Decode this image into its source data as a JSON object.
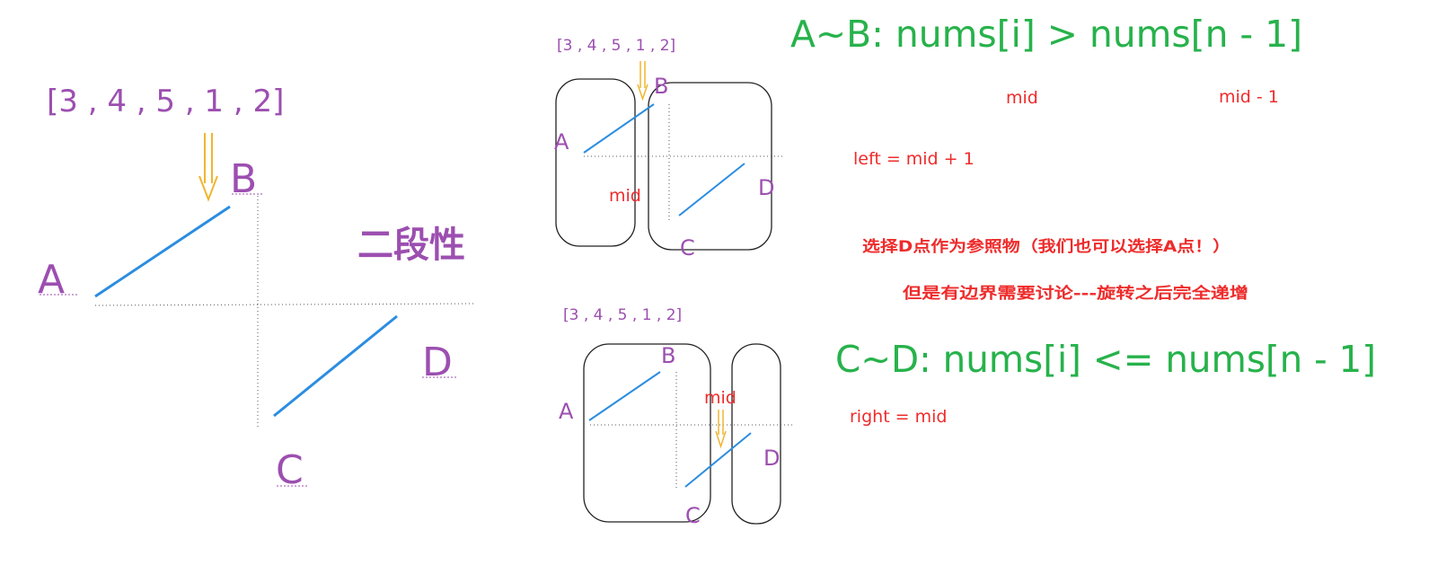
{
  "colors": {
    "purple": "#9c4fb0",
    "blue": "#2b8de0",
    "red": "#ee2b2b",
    "green": "#27b24b",
    "orange": "#f0b52f",
    "black": "#222222"
  },
  "left_diagram": {
    "array_label": "[3 , 4 , 5 , 1 , 2]",
    "point_a": "A",
    "point_b": "B",
    "point_c": "C",
    "point_d": "D",
    "title": "二段性"
  },
  "top_diagram": {
    "array_label": "[3 , 4 , 5 , 1 , 2]",
    "point_a": "A",
    "point_b": "B",
    "point_c": "C",
    "point_d": "D",
    "mid_label": "mid"
  },
  "bottom_diagram": {
    "array_label": "[3 , 4 , 5 , 1 , 2]",
    "point_a": "A",
    "point_b": "B",
    "point_c": "C",
    "point_d": "D",
    "mid_label": "mid"
  },
  "notes": {
    "ab_condition": "A~B: nums[i] > nums[n - 1]",
    "mid_label": "mid",
    "mid_minus_label": "mid - 1",
    "left_update": "left = mid + 1",
    "reference_note": "选择D点作为参照物（我们也可以选择A点！）",
    "boundary_note": "但是有边界需要讨论---旋转之后完全递增",
    "cd_condition": "C~D: nums[i] <= nums[n - 1]",
    "right_update": "right = mid"
  }
}
